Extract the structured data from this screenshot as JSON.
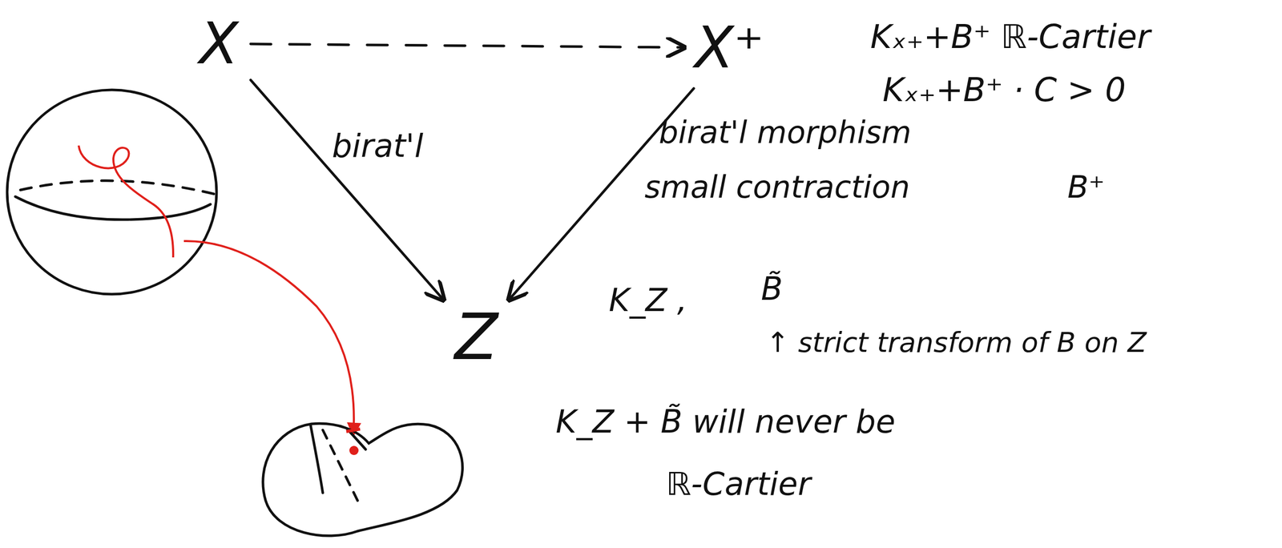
{
  "diagram": {
    "nodes": [
      {
        "text": [
          "X"
        ]
      },
      {
        "text": [
          "X⁺"
        ]
      },
      {
        "text": [
          "Z"
        ]
      }
    ],
    "edges": [
      {
        "from": 0,
        "to": 1,
        "arrow": "to"
      },
      {
        "from": 0,
        "to": 2,
        "arrow": "to",
        "label": "birat'l"
      },
      {
        "from": 1,
        "to": 2,
        "arrow": "to"
      }
    ],
    "labels": [
      "Kₓ₊+B⁺ ℝ-Cartier",
      "Kₓ₊+B⁺ · C > 0",
      "birat'l morphism",
      "small contraction",
      "B⁺",
      "K_Z ,",
      "B̃",
      "↑ strict transform of B on Z",
      "K_Z + B̃ will never be",
      "ℝ-Cartier"
    ]
  }
}
